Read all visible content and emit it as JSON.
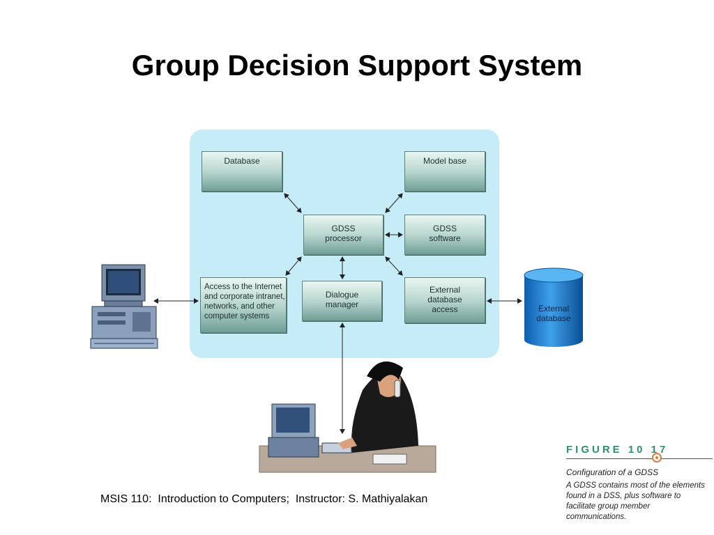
{
  "title": "Group Decision Support System",
  "boxes": {
    "database": "Database",
    "model_base": "Model base",
    "gdss_processor": "GDSS\nprocessor",
    "gdss_software": "GDSS\nsoftware",
    "internet_access": "Access to the Internet\nand corporate intranet,\nnetworks, and other\ncomputer systems",
    "dialogue_manager": "Dialogue\nmanager",
    "external_db_access": "External\ndatabase\naccess"
  },
  "external_database_label": "External\ndatabase",
  "figure": {
    "label": "FIGURE 10 17",
    "caption_title": "Configuration of a GDSS",
    "caption_body": "A GDSS contains most of the elements found in a DSS, plus software to facilitate group member communications."
  },
  "footer": "MSIS 110:  Introduction to Computers;  Instructor: S. Mathiyalakan",
  "colors": {
    "panel": "#c6ecf8",
    "box_gradient_top": "#eaf6f2",
    "box_gradient_bottom": "#6f9f96",
    "cylinder": "#1d7fd1",
    "figure_label": "#2f8f6e"
  }
}
